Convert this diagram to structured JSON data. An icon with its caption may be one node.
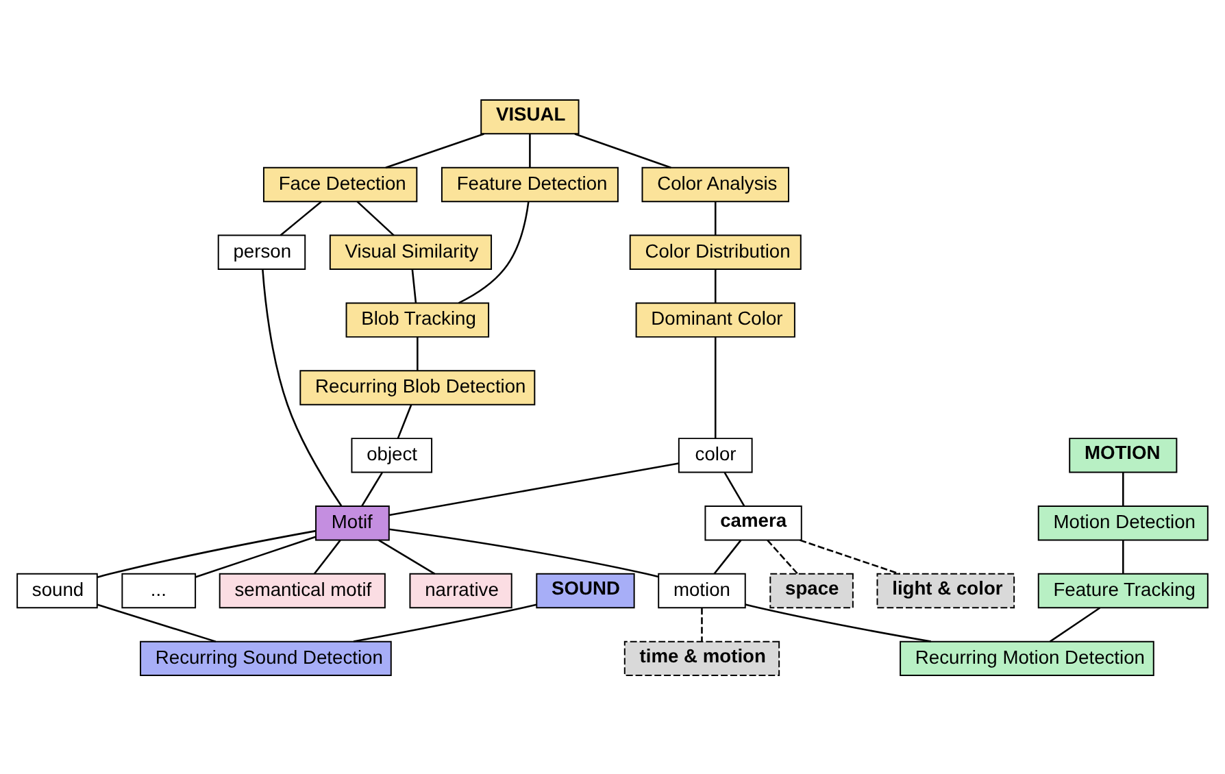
{
  "diagram": {
    "nodes": [
      {
        "text": [
          "VISUAL"
        ]
      },
      {
        "text": [
          "Face Detection"
        ]
      },
      {
        "text": [
          "Feature Detection"
        ]
      },
      {
        "text": [
          "Color Analysis"
        ]
      },
      {
        "text": [
          "Visual Similarity"
        ]
      },
      {
        "text": [
          "Blob Tracking"
        ]
      },
      {
        "text": [
          "Color Distribution"
        ]
      },
      {
        "text": [
          "Recurring Blob Detection"
        ]
      },
      {
        "text": [
          "Dominant Color"
        ]
      },
      {
        "text": [
          "object"
        ]
      },
      {
        "text": [
          "color"
        ]
      },
      {
        "text": [
          "light & color"
        ]
      },
      {
        "text": [
          "person"
        ]
      },
      {
        "text": [
          "space"
        ]
      },
      {
        "text": [
          "camera"
        ]
      },
      {
        "text": [
          "SOUND"
        ]
      },
      {
        "text": [
          "Motif"
        ]
      },
      {
        "text": [
          "MOTION"
        ]
      },
      {
        "text": [
          "narrative"
        ]
      },
      {
        "text": [
          "Motion Detection"
        ]
      },
      {
        "text": [
          "Recurring Sound Detection"
        ]
      },
      {
        "text": [
          "sound"
        ]
      },
      {
        "text": [
          "motion"
        ]
      },
      {
        "text": [
          "Feature Tracking"
        ]
      },
      {
        "text": [
          "..."
        ]
      },
      {
        "text": [
          "semantical motif"
        ]
      },
      {
        "text": [
          "Recurring Motion Detection"
        ]
      },
      {
        "text": [
          "time & motion"
        ]
      }
    ],
    "edges": [
      {
        "from": 0,
        "to": 1,
        "arrow": "none"
      },
      {
        "from": 0,
        "to": 2,
        "arrow": "none"
      },
      {
        "from": 0,
        "to": 3,
        "arrow": "none"
      },
      {
        "from": 1,
        "to": 4,
        "arrow": "none"
      },
      {
        "from": 1,
        "to": 12,
        "arrow": "none"
      },
      {
        "from": 4,
        "to": 5,
        "arrow": "none"
      },
      {
        "from": 2,
        "to": 5,
        "arrow": "none"
      },
      {
        "from": 5,
        "to": 7,
        "arrow": "none"
      },
      {
        "from": 3,
        "to": 6,
        "arrow": "none"
      },
      {
        "from": 6,
        "to": 8,
        "arrow": "none"
      },
      {
        "from": 7,
        "to": 9,
        "arrow": "none"
      },
      {
        "from": 8,
        "to": 10,
        "arrow": "none"
      },
      {
        "from": 9,
        "to": 16,
        "arrow": "none"
      },
      {
        "from": 12,
        "to": 16,
        "arrow": "none"
      },
      {
        "from": 10,
        "to": 16,
        "arrow": "none"
      },
      {
        "from": 10,
        "to": 14,
        "arrow": "none"
      },
      {
        "from": 14,
        "to": 11,
        "arrow": "none",
        "style": "dashed"
      },
      {
        "from": 14,
        "to": 13,
        "arrow": "none",
        "style": "dashed"
      },
      {
        "from": 14,
        "to": 22,
        "arrow": "none"
      },
      {
        "from": 16,
        "to": 18,
        "arrow": "none"
      },
      {
        "from": 16,
        "to": 21,
        "arrow": "none"
      },
      {
        "from": 16,
        "to": 24,
        "arrow": "none"
      },
      {
        "from": 16,
        "to": 25,
        "arrow": "none"
      },
      {
        "from": 16,
        "to": 22,
        "arrow": "none"
      },
      {
        "from": 21,
        "to": 20,
        "arrow": "none"
      },
      {
        "from": 15,
        "to": 20,
        "arrow": "none"
      },
      {
        "from": 22,
        "to": 27,
        "arrow": "none",
        "style": "dashed"
      },
      {
        "from": 22,
        "to": 26,
        "arrow": "none"
      },
      {
        "from": 17,
        "to": 19,
        "arrow": "none"
      },
      {
        "from": 19,
        "to": 23,
        "arrow": "none"
      },
      {
        "from": 23,
        "to": 26,
        "arrow": "none"
      }
    ]
  }
}
